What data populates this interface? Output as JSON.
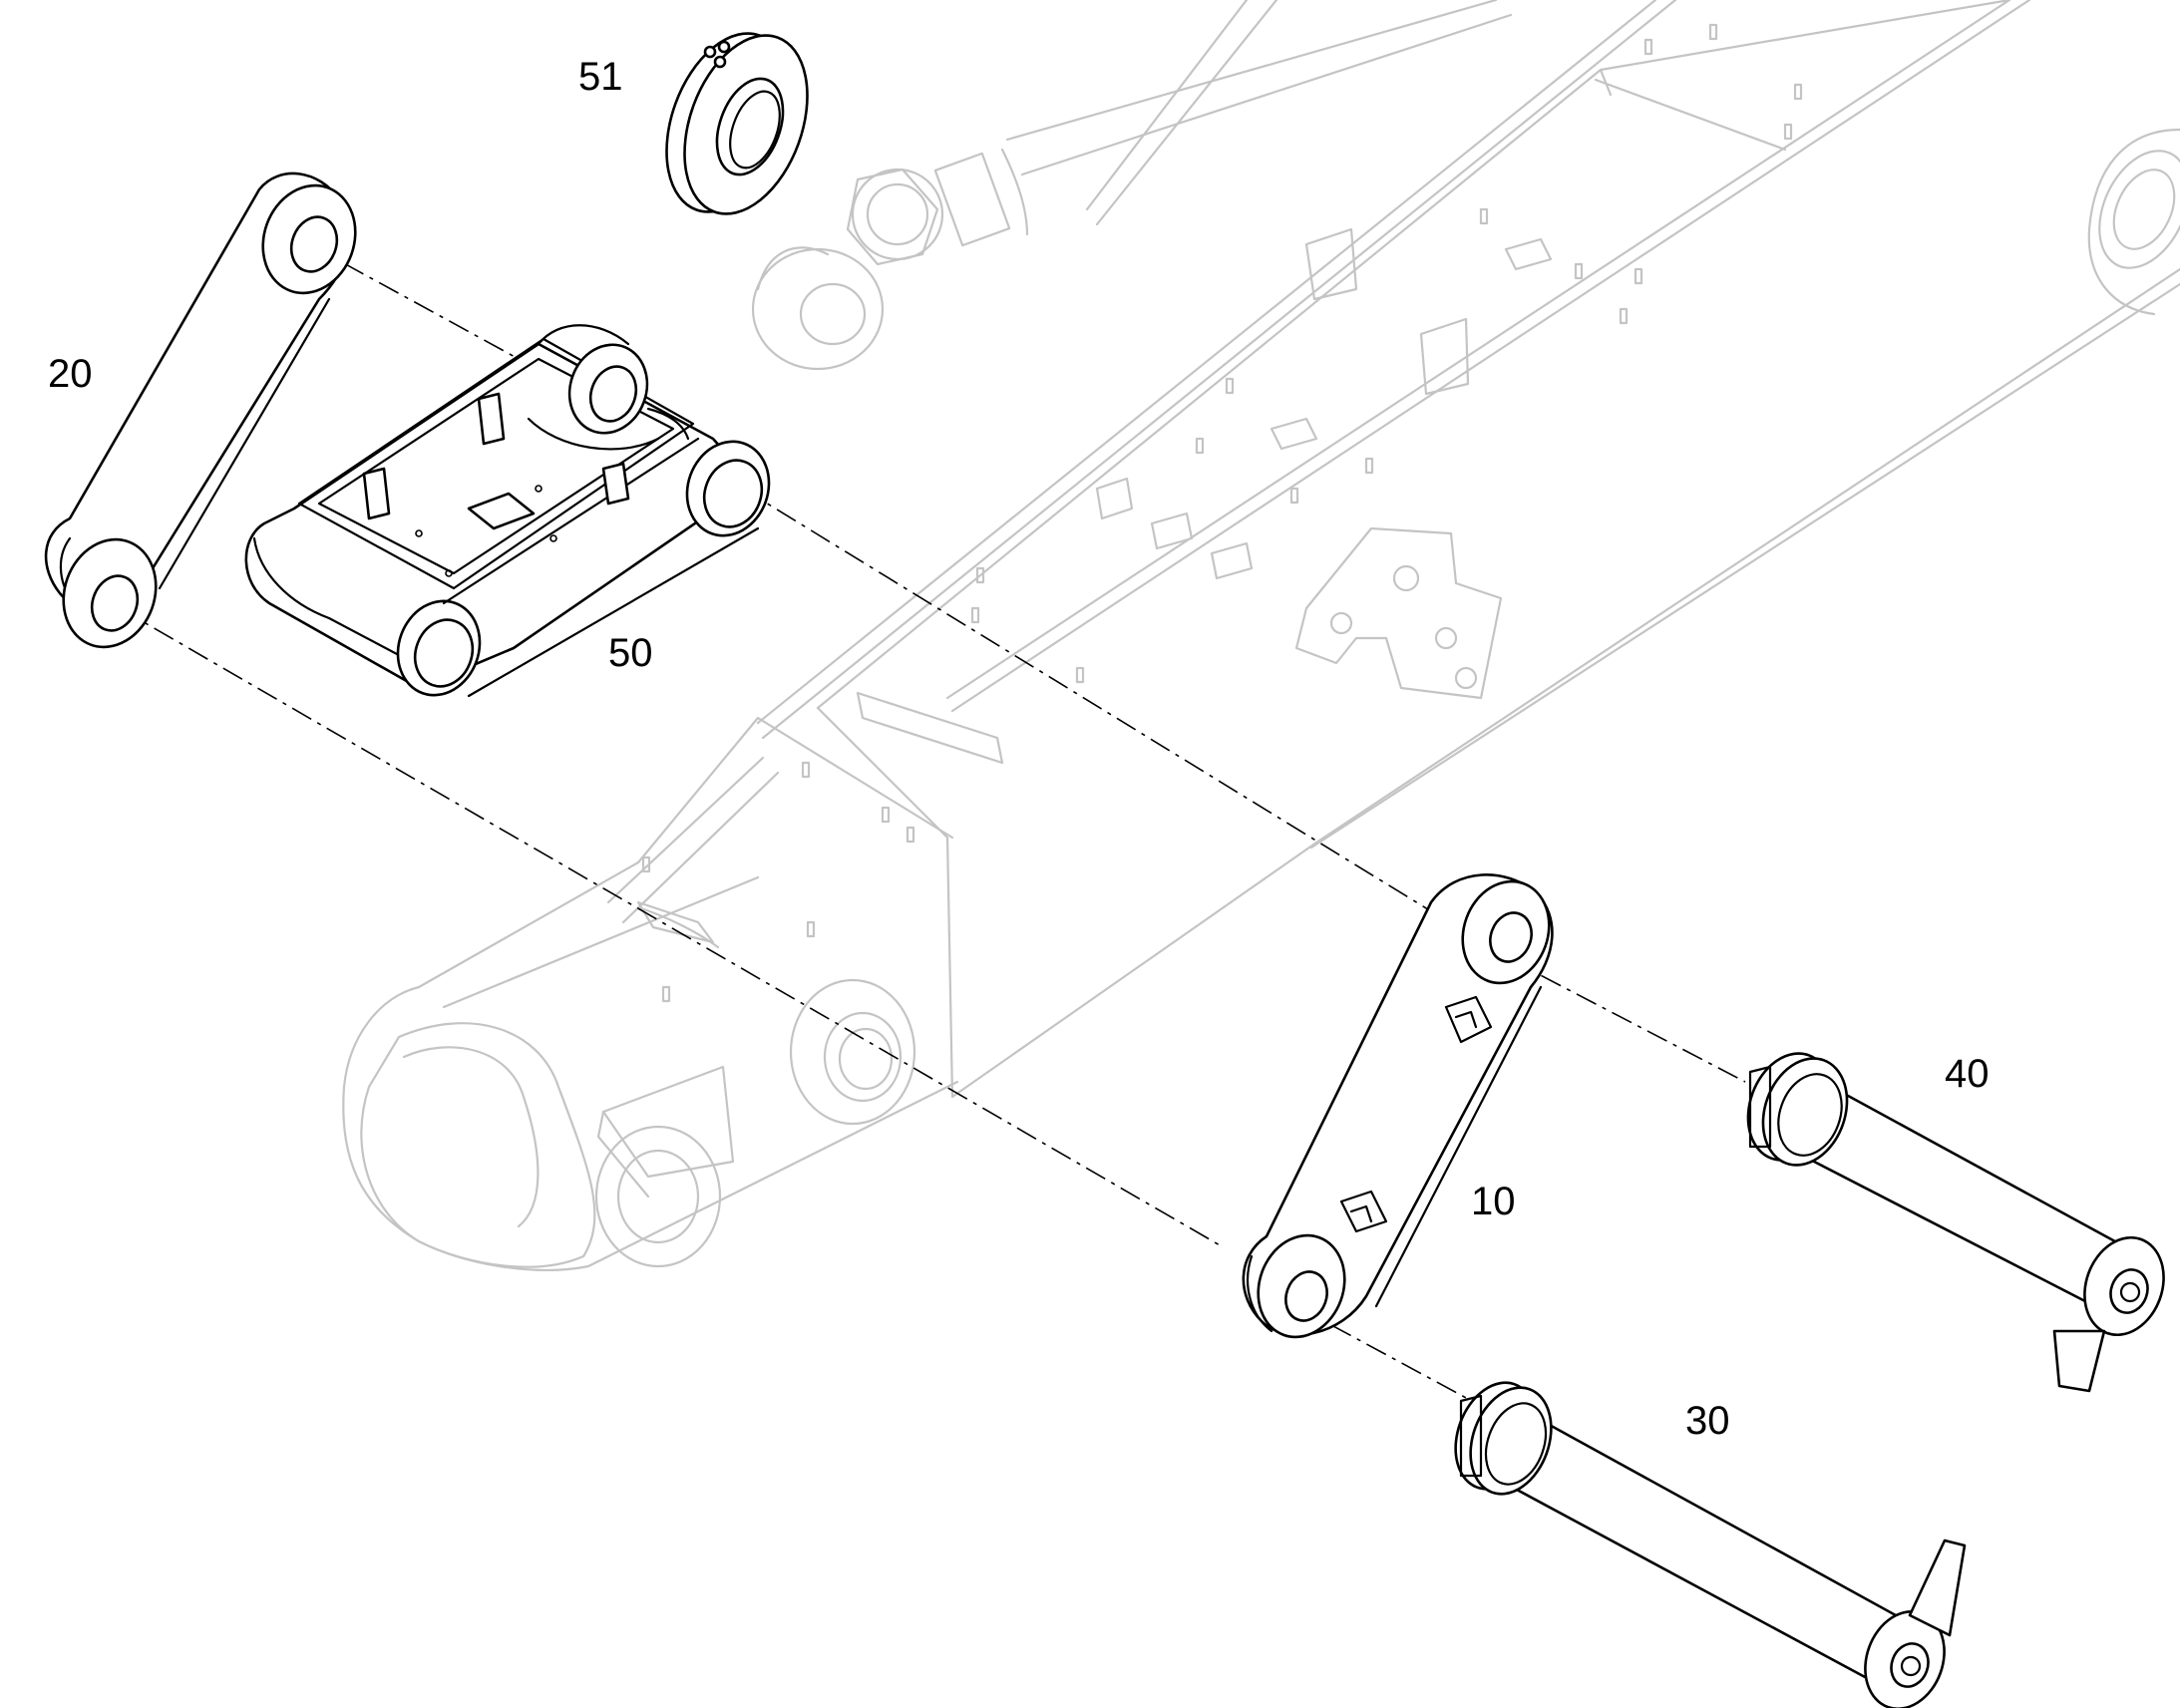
{
  "callouts": {
    "c51": "51",
    "c20": "20",
    "c50": "50",
    "c40": "40",
    "c10": "10",
    "c30": "30"
  },
  "colors": {
    "part_stroke": "#000000",
    "ghost_stroke": "#c4c4c4",
    "background": "#ffffff"
  }
}
